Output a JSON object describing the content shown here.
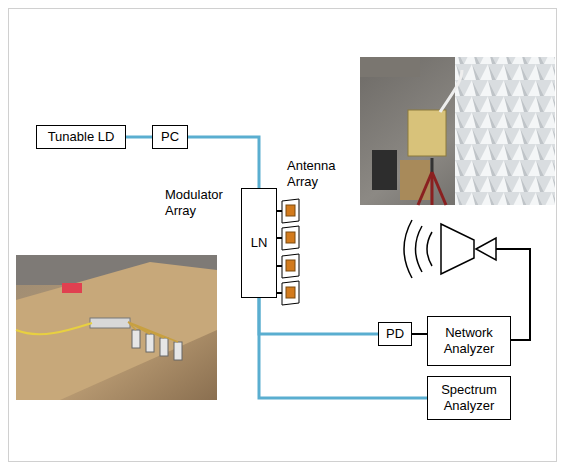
{
  "diagram": {
    "nodes": [
      {
        "text": [
          "Tunable LD"
        ]
      },
      {
        "text": [
          "PC"
        ]
      },
      {
        "text": [
          "LN"
        ]
      },
      {
        "text": [
          "PD"
        ]
      },
      {
        "text": [
          "Network Analyzer"
        ]
      },
      {
        "text": [
          "Spectrum Analyzer"
        ]
      }
    ],
    "edges": [
      {
        "from": 0,
        "to": 1,
        "arrow": "none"
      },
      {
        "from": 1,
        "to": 2,
        "arrow": "none"
      },
      {
        "from": 2,
        "to": 3,
        "arrow": "none"
      },
      {
        "from": 2,
        "to": 5,
        "arrow": "none"
      },
      {
        "from": 3,
        "to": 4,
        "arrow": "none"
      }
    ],
    "labels": [
      "Modulator Array",
      "Antenna Array"
    ]
  }
}
